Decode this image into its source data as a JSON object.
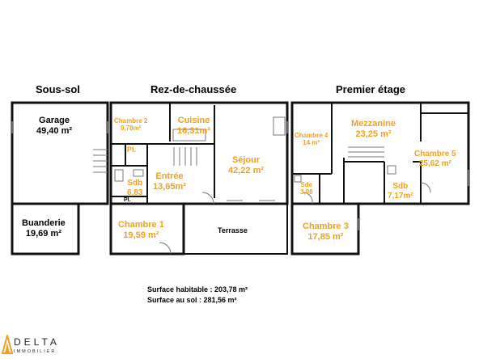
{
  "levels": {
    "sous_sol": "Sous-sol",
    "rdc": "Rez-de-chaussée",
    "etage": "Premier étage"
  },
  "rooms": {
    "garage": {
      "name": "Garage",
      "area": "49,40 m²"
    },
    "buanderie": {
      "name": "Buanderie",
      "area": "19,69 m²"
    },
    "chambre2": {
      "name": "Chambre 2",
      "area": "9,78m²"
    },
    "cuisine": {
      "name": "Cuisine",
      "area": "16,31m²"
    },
    "sejour": {
      "name": "Séjour",
      "area": "42,22 m²"
    },
    "pl1": {
      "name": "Pl."
    },
    "pl2": {
      "name": "Pl."
    },
    "entree": {
      "name": "Entrée",
      "area": "13,65m²"
    },
    "sdb1": {
      "name": "Sdb",
      "area": "6,83"
    },
    "chambre1": {
      "name": "Chambre 1",
      "area": "19,59 m²"
    },
    "terrasse": {
      "name": "Terrasse"
    },
    "chambre4": {
      "name": "Chambre 4",
      "area": "14 m²"
    },
    "mezzanine": {
      "name": "Mezzanine",
      "area": "23,25 m²"
    },
    "chambre5": {
      "name": "Chambre 5",
      "area": "25,62 m²"
    },
    "sde": {
      "name": "Sde",
      "area": "3,98"
    },
    "sdb2": {
      "name": "Sdb",
      "area": "7,17m²"
    },
    "chambre3": {
      "name": "Chambre 3",
      "area": "17,85 m²"
    }
  },
  "summary": {
    "habitable": "Surface habitable : 203,78 m²",
    "sol": "Surface au sol : 281,56 m²"
  },
  "logo": {
    "name": "DELTA",
    "sub": "IMMOBILIER",
    "color": "#f0a020"
  },
  "colors": {
    "wall": "#111111",
    "accent": "#f0a020"
  }
}
